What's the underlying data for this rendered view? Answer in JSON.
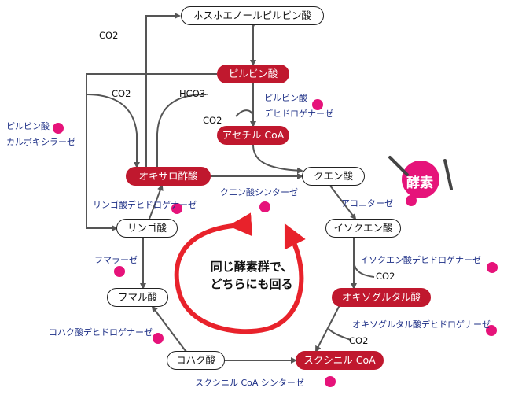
{
  "nodes": {
    "pep": "ホスホエノールピルビン酸",
    "pyruvate": "ピルビン酸",
    "acetylcoa": "アセチル CoA",
    "oxaloacetate": "オキサロ酢酸",
    "citrate": "クエン酸",
    "malate": "リンゴ酸",
    "isocitrate": "イソクエン酸",
    "fumarate": "フマル酸",
    "oxoglutarate": "オキソグルタル酸",
    "succinate": "コハク酸",
    "succinylcoa": "スクシニル CoA"
  },
  "enzymes": {
    "pyruvate_carboxylase_1": "ピルビン酸",
    "pyruvate_carboxylase_2": "カルボキシラーゼ",
    "pdh_1": "ピルビン酸",
    "pdh_2": "デヒドロゲナーゼ",
    "citrate_synthase": "クエン酸シンターゼ",
    "malate_dh": "リンゴ酸デヒドロゲナーゼ",
    "aconitase": "アコニターゼ",
    "fumarase": "フマラーゼ",
    "isocitrate_dh": "イソクエン酸デヒドロゲナーゼ",
    "oxoglutarate_dh": "オキソグルタル酸デヒドロゲナーゼ",
    "succinate_dh": "コハク酸デヒドロゲナーゼ",
    "succinylcoa_synthetase": "スクシニル CoA シンターゼ"
  },
  "molecules": {
    "co2_top": "CO2",
    "co2_left": "CO2",
    "hco3": "HCO3-",
    "co2_pdh": "CO2",
    "co2_idh": "CO2",
    "co2_ogdh": "CO2"
  },
  "center_text": [
    "同じ酵素群で、",
    "どちらにも回る"
  ],
  "legend": {
    "title": "酵素"
  },
  "colors": {
    "enzyme_red": "#c0182e",
    "cycle_arrow": "#e8222b",
    "label_blue": "#1d2f86",
    "enzyme_pink": "#e6137a"
  }
}
